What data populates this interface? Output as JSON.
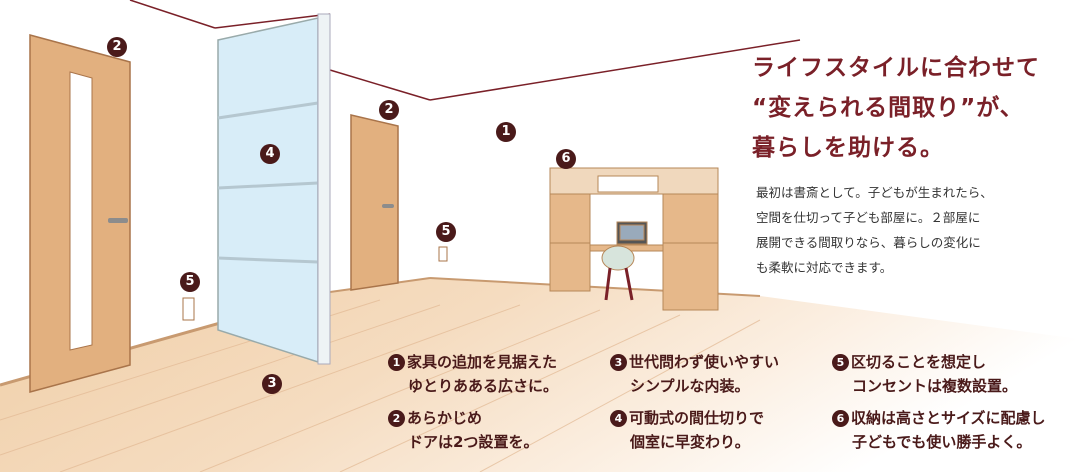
{
  "headline": [
    "ライフスタイルに合わせて",
    "“変えられる間取り”が、",
    "暮らしを助ける。"
  ],
  "body": [
    "最初は書斎として。子どもが生まれたら、",
    "空間を仕切って子ども部屋に。２部屋に",
    "展開できる間取りなら、暮らしの変化に",
    "も柔軟に対応できます。"
  ],
  "markers": {
    "m1": "1",
    "m2a": "2",
    "m2b": "2",
    "m3": "3",
    "m4": "4",
    "m5a": "5",
    "m5b": "5",
    "m6": "6"
  },
  "features": [
    {
      "num": "1",
      "line1": "家具の追加を見据えた",
      "line2": "ゆとりあある広さに。"
    },
    {
      "num": "2",
      "line1": "あらかじめ",
      "line2": "ドアは2つ設置を。"
    },
    {
      "num": "3",
      "line1": "世代問わず使いやすい",
      "line2": "シンプルな内装。"
    },
    {
      "num": "4",
      "line1": "可動式の間仕切りで",
      "line2": "個室に早変わり。"
    },
    {
      "num": "5",
      "line1": "区切ることを想定し",
      "line2": "コンセントは複数設置。"
    },
    {
      "num": "6",
      "line1": "収納は高さとサイズに配慮し",
      "line2": "子どもでも使い勝手よく。"
    }
  ],
  "colors": {
    "accent": "#7a2028",
    "marker": "#4a1a1a",
    "door": "#e2b07f",
    "glass": "#d8edf8",
    "floor": "#f3d6b4"
  }
}
